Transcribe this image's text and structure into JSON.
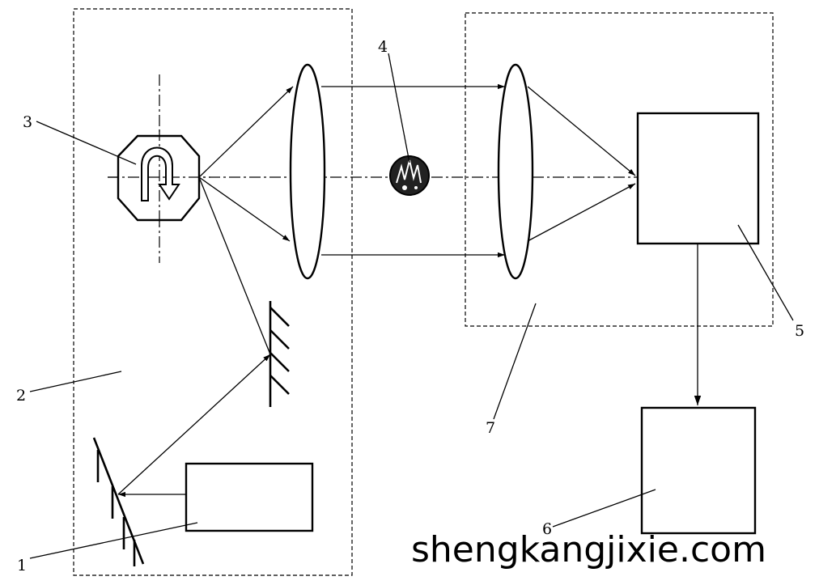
{
  "labels": {
    "l1": "1",
    "l2": "2",
    "l3": "3",
    "l4": "4",
    "l5": "5",
    "l6": "6",
    "l7": "7"
  },
  "watermark": "shengkangjixie.com"
}
